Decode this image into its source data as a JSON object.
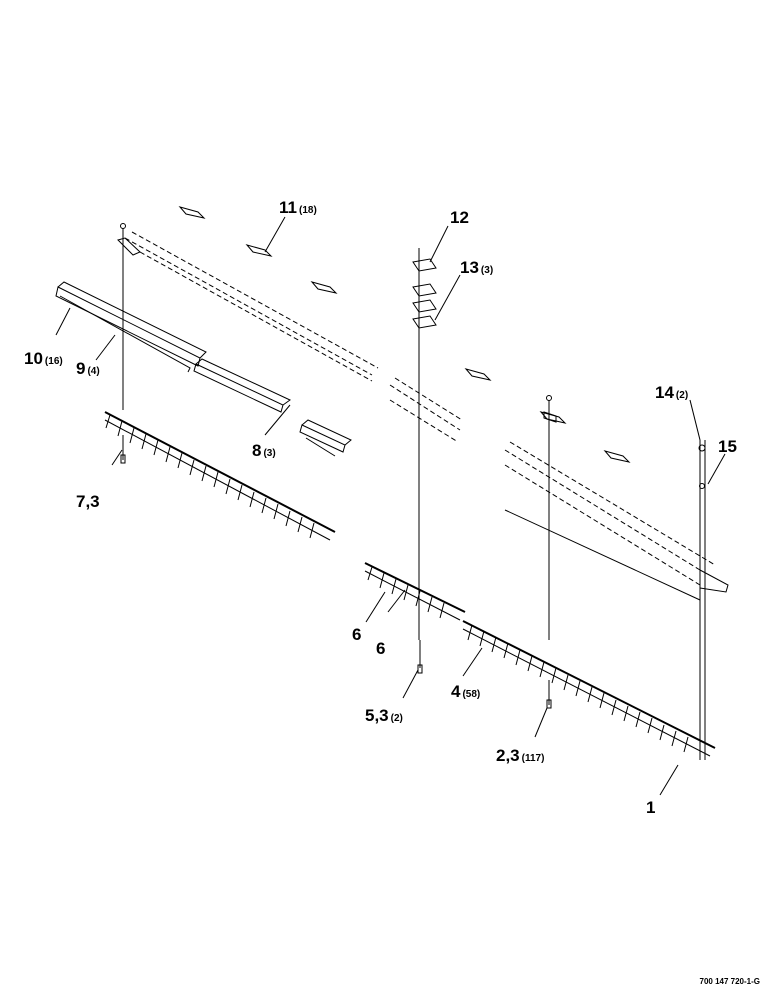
{
  "callouts": [
    {
      "id": "11",
      "main": "11",
      "qty": "(18)"
    },
    {
      "id": "12",
      "main": "12",
      "qty": ""
    },
    {
      "id": "13",
      "main": "13",
      "qty": "(3)"
    },
    {
      "id": "10",
      "main": "10",
      "qty": "(16)"
    },
    {
      "id": "9",
      "main": "9",
      "qty": "(4)"
    },
    {
      "id": "8",
      "main": "8",
      "qty": "(3)"
    },
    {
      "id": "7",
      "main": "7,3",
      "qty": ""
    },
    {
      "id": "14",
      "main": "14",
      "qty": "(2)"
    },
    {
      "id": "15",
      "main": "15",
      "qty": ""
    },
    {
      "id": "6a",
      "main": "6",
      "qty": ""
    },
    {
      "id": "6b",
      "main": "6",
      "qty": ""
    },
    {
      "id": "4",
      "main": "4",
      "qty": "(58)"
    },
    {
      "id": "5",
      "main": "5,3",
      "qty": "(2)"
    },
    {
      "id": "2",
      "main": "2,3",
      "qty": "(117)"
    },
    {
      "id": "1",
      "main": "1",
      "qty": ""
    }
  ],
  "figure_ref": "700 147 720-1-G"
}
